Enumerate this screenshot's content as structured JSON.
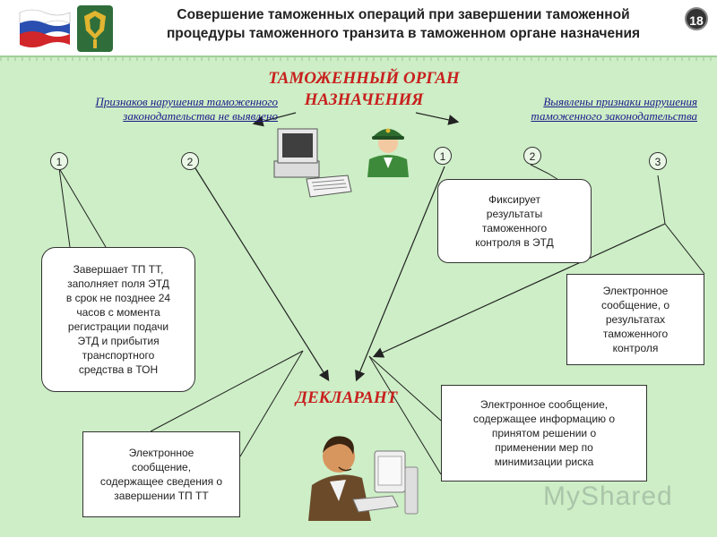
{
  "header": {
    "title_line1": "Совершение таможенных операций при завершении таможенной",
    "title_line2": "процедуры таможенного транзита в таможенном органе назначения",
    "slide_number": "18"
  },
  "customs_body": {
    "line1": "ТАМОЖЕННЫЙ ОРГАН",
    "line2": "НАЗНАЧЕНИЯ"
  },
  "left_branch": {
    "label_line1": "Признаков нарушения таможенного",
    "label_line2": "законодательства не выявлено",
    "steps": [
      "1",
      "2"
    ],
    "box_lines": [
      "Завершает ТП ТТ,",
      "заполняет поля ЭТД",
      "в срок не позднее 24",
      "часов с момента",
      "регистрации подачи",
      "ЭТД и прибытия",
      "транспортного",
      "средства в ТОН"
    ]
  },
  "right_branch": {
    "label_line1": "Выявлены признаки нарушения",
    "label_line2": "таможенного законодательства",
    "steps": [
      "1",
      "2",
      "3"
    ],
    "fix_box_lines": [
      "Фиксирует",
      "результаты",
      "таможенного",
      "контроля в ЭТД"
    ],
    "msg_box_lines": [
      "Электронное",
      "сообщение, о",
      "результатах",
      "таможенного",
      "контроля"
    ]
  },
  "declarant": {
    "label": "ДЕКЛАРАНТ"
  },
  "bottom_left_box_lines": [
    "Электронное",
    "сообщение,",
    "содержащее сведения о",
    "завершении ТП ТТ"
  ],
  "bottom_right_box_lines": [
    "Электронное сообщение,",
    "содержащее информацию о",
    "принятом решении о",
    "применении мер по",
    "минимизации риска"
  ],
  "watermark": "MyShared",
  "colors": {
    "background": "#cdeec6",
    "accent_red": "#c8201e",
    "label_blue": "#1a1a8a"
  },
  "icons": [
    "russian-flag-icon",
    "customs-emblem-icon",
    "computer-icon",
    "customs-officer-icon",
    "declarant-at-computer-icon",
    "monitor-icon"
  ]
}
